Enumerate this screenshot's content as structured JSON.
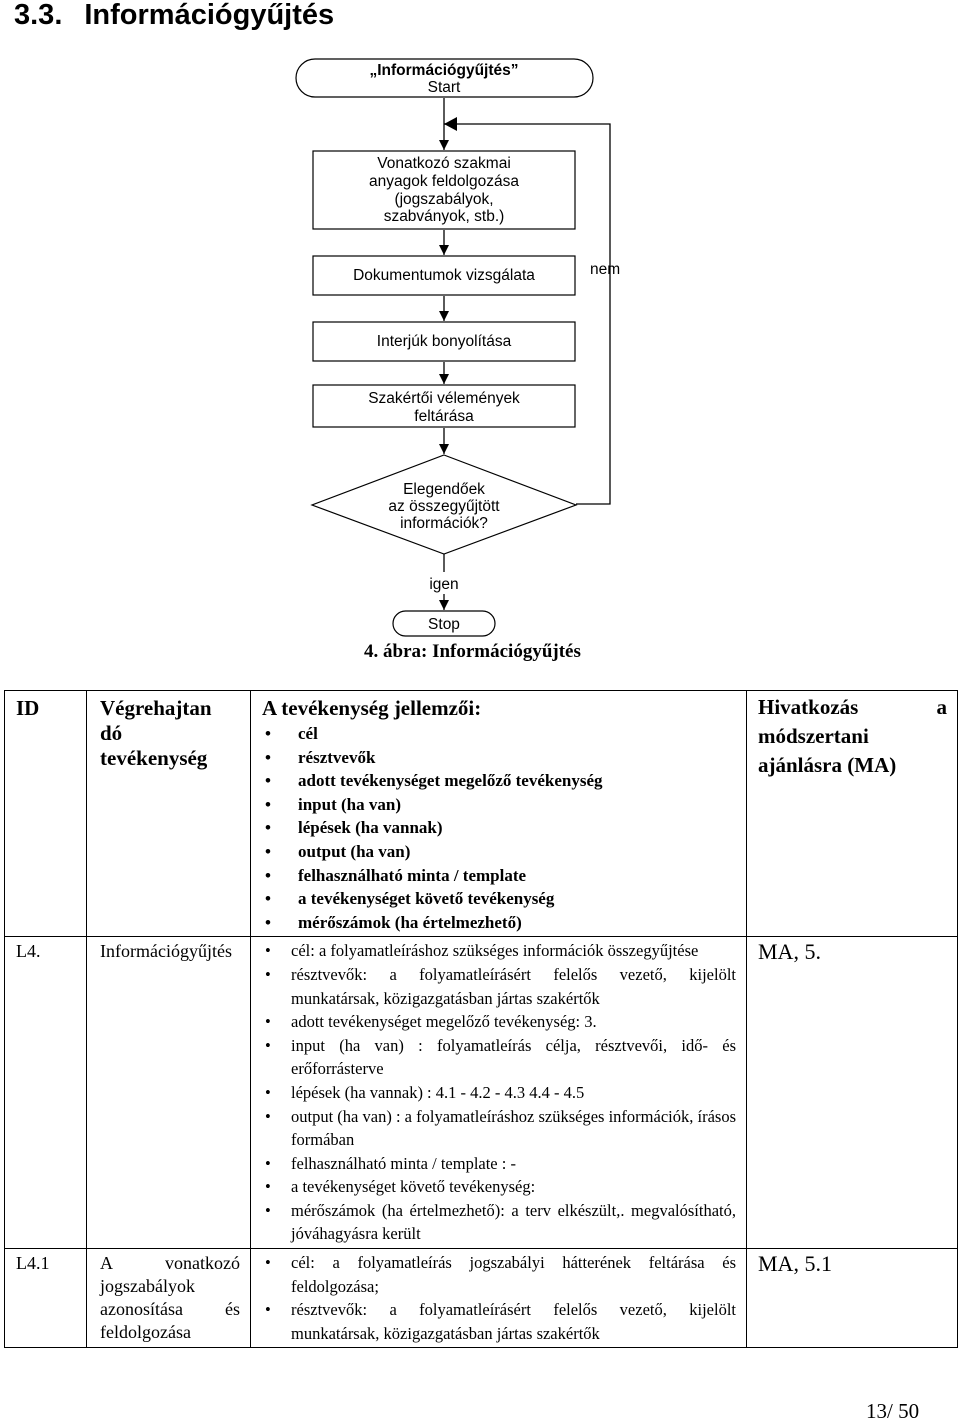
{
  "heading": {
    "number": "3.3.",
    "title": "Információgyűjtés"
  },
  "flowchart": {
    "start_line1": "„Információgyűjtés”",
    "start_line2": "Start",
    "box1_lines": [
      "Vonatkozó szakmai",
      "anyagok feldolgozása",
      "(jogszabályok,",
      "szabványok, stb.)"
    ],
    "box2": "Dokumentumok vizsgálata",
    "box3": "Interjúk bonyolítása",
    "box4_lines": [
      "Szakértői vélemények",
      "feltárása"
    ],
    "decision_lines": [
      "Elegendőek",
      "az összegyűjtött",
      "információk?"
    ],
    "label_no": "nem",
    "label_yes": "igen",
    "stop": "Stop"
  },
  "caption": "4. ábra: Információgyűjtés",
  "table": {
    "header": {
      "id": "ID",
      "activity_lines": [
        "Végrehajtan",
        "dó",
        "tevékenység"
      ],
      "characteristics_title": "A tevékenység jellemzői:",
      "characteristics": [
        "cél",
        "résztvevők",
        "adott tevékenységet megelőző tevékenység",
        "input (ha van)",
        "lépések (ha vannak)",
        "output (ha van)",
        "felhasználható minta / template",
        "a tevékenységet követő tevékenység",
        "mérőszámok (ha értelmezhető)"
      ],
      "reference": "Hivatkozás a módszertani ajánlásra (MA)"
    },
    "rows": [
      {
        "id": "L4.",
        "activity": "Információgyűjtés",
        "items": [
          "cél: a folyamatleíráshoz szükséges információk összegyűjtése",
          "résztvevők: a folyamatleírásért felelős vezető, kijelölt munkatársak, közigazgatásban jártas szakértők",
          "adott tevékenységet megelőző tevékenység: 3.",
          "input (ha van) : folyamatleírás célja, résztvevői, idő- és erőforrásterve",
          "lépések (ha vannak) : 4.1 - 4.2 - 4.3 4.4 - 4.5",
          "output (ha van) : a folyamatleíráshoz szükséges információk, írásos formában",
          "felhasználható minta / template : -",
          "a tevékenységet követő tevékenység:",
          "mérőszámok (ha értelmezhető): a terv elkészült,. megvalósítható, jóváhagyásra került"
        ],
        "reference": "MA, 5."
      },
      {
        "id": "L4.1",
        "activity": "A vonatkozó jogszabályok azonosítása és feldolgozása",
        "items": [
          "cél: a folyamatleírás jogszabályi hátterének feltárása és feldolgozása;",
          "résztvevők: a folyamatleírásért felelős vezető, kijelölt munkatársak, közigazgatásban jártas szakértők"
        ],
        "reference": "MA, 5.1"
      }
    ]
  },
  "page_number": "13/ 50"
}
